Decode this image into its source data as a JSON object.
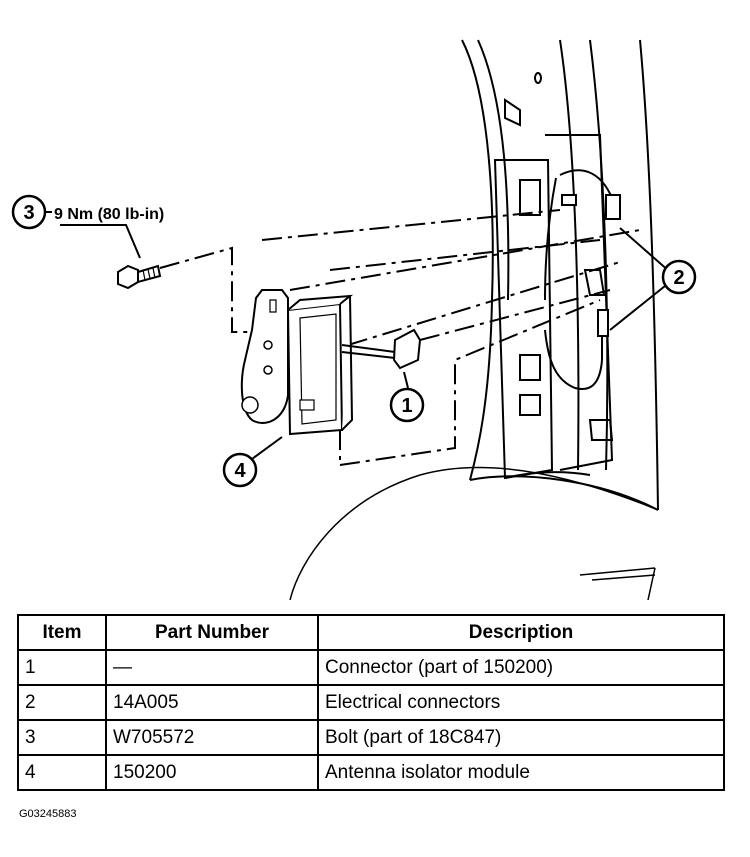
{
  "callouts": {
    "c1": "1",
    "c2": "2",
    "c3": "3",
    "c4": "4",
    "torque": "9 Nm (80 lb-in)"
  },
  "table": {
    "headers": [
      "Item",
      "Part Number",
      "Description"
    ],
    "rows": [
      [
        "1",
        "—",
        "Connector (part of 150200)"
      ],
      [
        "2",
        "14A005",
        "Electrical connectors"
      ],
      [
        "3",
        "W705572",
        "Bolt (part of 18C847)"
      ],
      [
        "4",
        "150200",
        "Antenna isolator module"
      ]
    ]
  },
  "figure_code": "G03245883"
}
